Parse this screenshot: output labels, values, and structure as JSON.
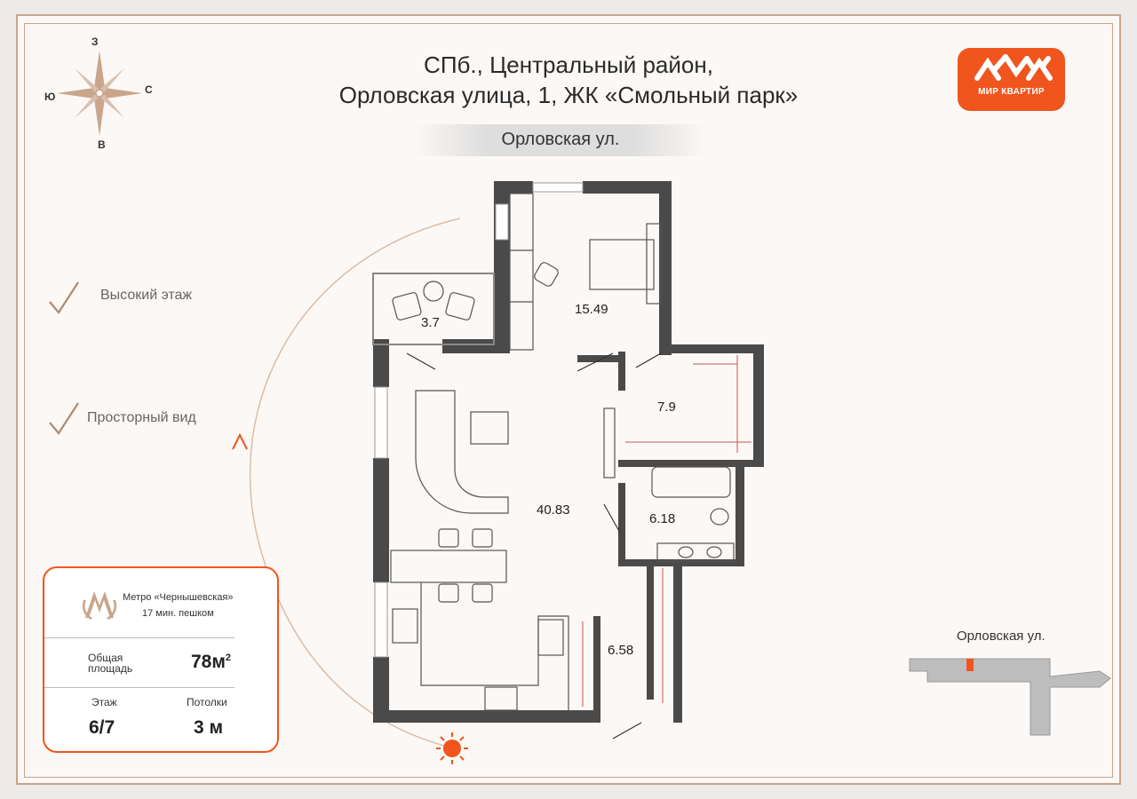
{
  "header": {
    "title_line1": "СПб., Центральный район,",
    "title_line2": "Орловская улица, 1, ЖК «Смольный парк»",
    "street": "Орловская ул."
  },
  "logo": {
    "text": "МИР КВАРТИР"
  },
  "compass": {
    "north": "З",
    "west": "Ю",
    "east": "С",
    "south": "В"
  },
  "features": [
    {
      "label": "Высокий этаж"
    },
    {
      "label": "Просторный вид"
    }
  ],
  "info_card": {
    "metro_name": "Метро «Чернышевская»",
    "metro_distance": "17 мин. пешком",
    "area_label_1": "Общая",
    "area_label_2": "площадь",
    "area_value": "78м",
    "area_sup": "2",
    "floor_label": "Этаж",
    "floor_value": "6/7",
    "ceiling_label": "Потолки",
    "ceiling_value": "3 м"
  },
  "rooms": [
    {
      "area": "15.49"
    },
    {
      "area": "3.7"
    },
    {
      "area": "7.9"
    },
    {
      "area": "40.83"
    },
    {
      "area": "6.18"
    },
    {
      "area": "6.58"
    }
  ],
  "mini_map": {
    "street": "Орловская ул."
  },
  "colors": {
    "accent": "#f0551d",
    "frame": "#c9a58b",
    "wall": "#4a4a4a"
  }
}
